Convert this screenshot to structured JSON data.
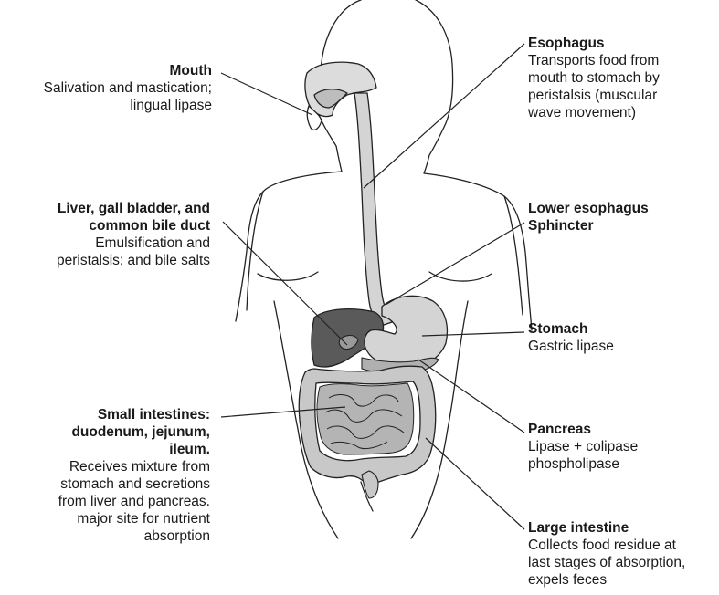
{
  "labels": {
    "mouth": {
      "title": "Mouth",
      "desc": "Salivation and mastication;\nlingual lipase"
    },
    "liver": {
      "title": "Liver, gall bladder, and\ncommon bile duct",
      "desc": "Emulsification and\nperistalsis; and bile salts"
    },
    "small_intestine": {
      "title": "Small intestines:\nduodenum, jejunum,\nileum.",
      "desc": "Receives mixture from\nstomach and secretions\nfrom liver and pancreas.\nmajor site for nutrient\nabsorption"
    },
    "esophagus": {
      "title": "Esophagus",
      "desc": "Transports food from\nmouth to stomach by\nperistalsis (muscular\nwave movement)"
    },
    "lower_esophagus": {
      "title": "Lower esophagus\nSphincter",
      "desc": ""
    },
    "stomach": {
      "title": "Stomach",
      "desc": "Gastric lipase"
    },
    "pancreas": {
      "title": "Pancreas",
      "desc": "Lipase + colipase\nphospholipase"
    },
    "large_intestine": {
      "title": "Large intestine",
      "desc": "Collects food residue at\nlast stages of absorption,\nexpels feces"
    }
  },
  "colors": {
    "outline": "#222222",
    "organ_fill": "#c8c8c8",
    "liver_fill": "#5a5a5a",
    "stomach_fill": "#d4d4d4",
    "mouth_fill": "#dcdcdc"
  }
}
